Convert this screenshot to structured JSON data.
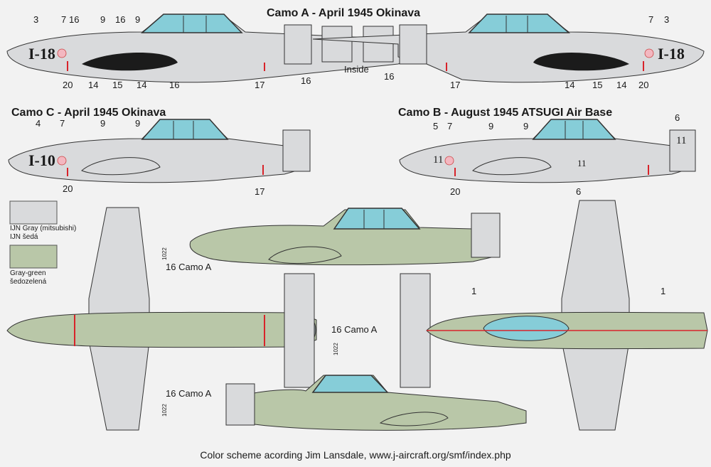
{
  "titles": {
    "camo_a": "Camo A - April 1945 Okinava",
    "camo_c": "Camo C - April 1945 Okinava",
    "camo_b": "Camo B - August 1945 ATSUGI Air Base"
  },
  "tail_codes": {
    "camo_a_left": "I-18",
    "camo_a_right": "I-18",
    "camo_c": "I-10",
    "camo_b_tail": "11",
    "camo_b_mid": "11",
    "camo_b_fin": "11"
  },
  "camo_a_left_top_numbers": [
    "3",
    "7",
    "16",
    "9",
    "16",
    "9"
  ],
  "camo_a_right_top_numbers": [
    "7",
    "3"
  ],
  "camo_a_left_bottom_numbers": [
    "20",
    "14",
    "15",
    "14",
    "16",
    "17",
    "16"
  ],
  "camo_a_right_bottom_numbers": [
    "16",
    "17",
    "14",
    "15",
    "14",
    "20"
  ],
  "inside_label": "Inside",
  "camo_c_top_numbers": [
    "4",
    "7",
    "9",
    "9"
  ],
  "camo_c_bottom_numbers": [
    "20",
    "17"
  ],
  "camo_b_top_numbers": [
    "5",
    "7",
    "9",
    "9",
    "6"
  ],
  "camo_b_bottom_numbers": [
    "20",
    "6"
  ],
  "plan_labels": {
    "side_top": "16 Camo A",
    "center": "16 Camo A",
    "side_bottom": "16 Camo A",
    "right_wing_left": "1",
    "right_wing_right": "1",
    "stencil_1": "1022",
    "stencil_2": "1022",
    "stencil_3": "1022"
  },
  "legend": [
    {
      "name": "IJN Gray (mitsubishi)",
      "name2": "IJN šedá",
      "color": "#d9dadc"
    },
    {
      "name": "Gray-green",
      "name2": "šedozelená",
      "color": "#b9c7a8"
    }
  ],
  "colors": {
    "gray": "#d9dadc",
    "greenish": "#b9c7a8",
    "canopy": "#86cdd8",
    "hinomaru_pink": "#f3b7c0",
    "red": "#d8232a",
    "outline": "#333333"
  },
  "footer": "Color scheme acording Jim Lansdale, www.j-aircraft.org/smf/index.php"
}
